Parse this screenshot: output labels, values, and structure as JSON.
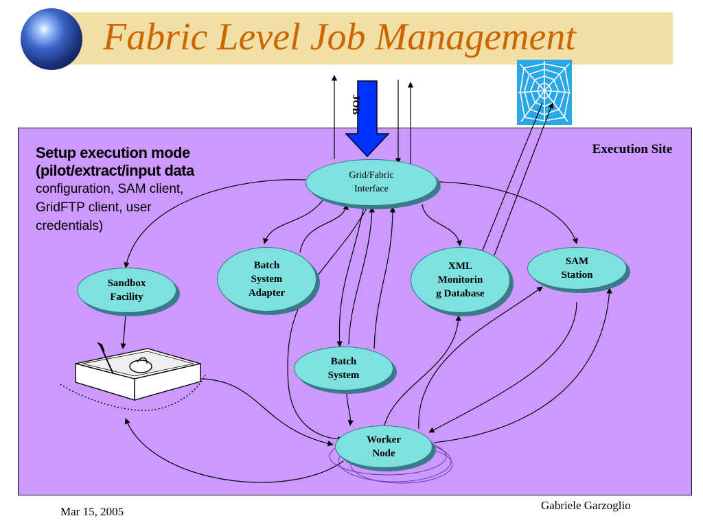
{
  "title": "Fabric Level Job Management",
  "icons": {
    "globe": "globe-icon",
    "web": "spider-web-icon",
    "sandbox": "sandbox-icon"
  },
  "colors": {
    "title": "#cc6600",
    "title_band": "#f2dfa5",
    "site_background": "#cc99ff",
    "node_fill": "#7fe0e0",
    "job_arrow": "#0033ff"
  },
  "site_label": "Execution Site",
  "job_label": "JOB",
  "overlay_text": {
    "garbled_line_1": "Setup execution mode",
    "garbled_line_2": "(pilot/extract/input data",
    "lines": [
      "configuration, SAM client,",
      "GridFTP client, user",
      "credentials)"
    ]
  },
  "nodes": {
    "grid_fabric": "Grid/Fabric\nInterface",
    "sandbox": "Sandbox\nFacility",
    "batch_adapter": "Batch\nSystem\nAdapter",
    "xml_db": "XML\nMonitorin\ng Database",
    "sam_station": "SAM\nStation",
    "batch_system": "Batch\nSystem",
    "worker_node": "Worker\nNode"
  },
  "footer": {
    "date": "Mar 15, 2005",
    "author": "Gabriele Garzoglio"
  }
}
